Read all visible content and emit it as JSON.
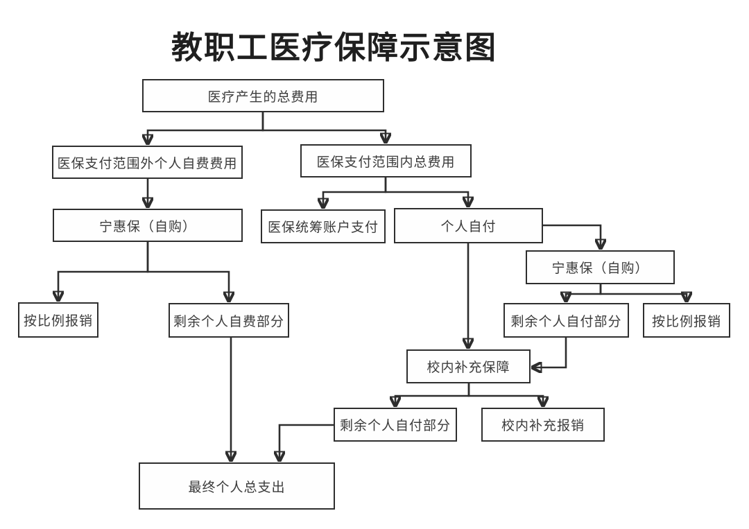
{
  "page": {
    "title": "教职工医疗保障示意图"
  },
  "flowchart": {
    "nodes": {
      "total_medical_cost": {
        "label": "医疗产生的总费用"
      },
      "out_of_scope_self_paid": {
        "label": "医保支付范围外个人自费费用"
      },
      "in_scope_total": {
        "label": "医保支付范围内总费用"
      },
      "ninghuibao_self_purchased_left": {
        "label": "宁惠保（自购）"
      },
      "pooled_account_payment": {
        "label": "医保统筹账户支付"
      },
      "personal_copay": {
        "label": "个人自付"
      },
      "ninghuibao_self_purchased_right": {
        "label": "宁惠保（自购）"
      },
      "proportional_reimbursement_left": {
        "label": "按比例报销"
      },
      "remaining_self_paid_portion": {
        "label": "剩余个人自费部分"
      },
      "remaining_copay_portion_upper": {
        "label": "剩余个人自付部分"
      },
      "proportional_reimbursement_right": {
        "label": "按比例报销"
      },
      "campus_supplementary_coverage": {
        "label": "校内补充保障"
      },
      "remaining_copay_portion_lower": {
        "label": "剩余个人自付部分"
      },
      "campus_supplementary_reimbursement": {
        "label": "校内补充报销"
      },
      "final_personal_total_expenditure": {
        "label": "最终个人总支出"
      }
    },
    "edges": [
      {
        "from": "total_medical_cost",
        "to": "out_of_scope_self_paid"
      },
      {
        "from": "total_medical_cost",
        "to": "in_scope_total"
      },
      {
        "from": "out_of_scope_self_paid",
        "to": "ninghuibao_self_purchased_left"
      },
      {
        "from": "in_scope_total",
        "to": "pooled_account_payment"
      },
      {
        "from": "in_scope_total",
        "to": "personal_copay"
      },
      {
        "from": "personal_copay",
        "to": "ninghuibao_self_purchased_right"
      },
      {
        "from": "ninghuibao_self_purchased_left",
        "to": "proportional_reimbursement_left"
      },
      {
        "from": "ninghuibao_self_purchased_left",
        "to": "remaining_self_paid_portion"
      },
      {
        "from": "ninghuibao_self_purchased_right",
        "to": "remaining_copay_portion_upper"
      },
      {
        "from": "ninghuibao_self_purchased_right",
        "to": "proportional_reimbursement_right"
      },
      {
        "from": "personal_copay",
        "to": "campus_supplementary_coverage"
      },
      {
        "from": "remaining_copay_portion_upper",
        "to": "campus_supplementary_coverage"
      },
      {
        "from": "campus_supplementary_coverage",
        "to": "remaining_copay_portion_lower"
      },
      {
        "from": "campus_supplementary_coverage",
        "to": "campus_supplementary_reimbursement"
      },
      {
        "from": "remaining_self_paid_portion",
        "to": "final_personal_total_expenditure"
      },
      {
        "from": "remaining_copay_portion_lower",
        "to": "final_personal_total_expenditure"
      }
    ],
    "colors": {
      "line": "#2d2d2d",
      "box_border": "#2e2e2e",
      "box_text": "#3b3b3b",
      "title_text": "#1f1f1f",
      "background": "#ffffff"
    }
  }
}
